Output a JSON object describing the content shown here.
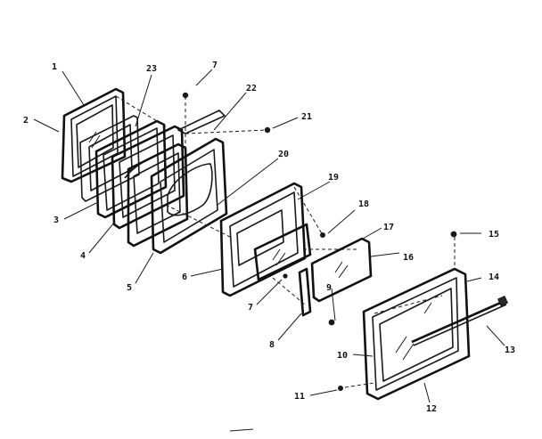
{
  "diagram": {
    "callouts": [
      {
        "id": "1",
        "label": "1"
      },
      {
        "id": "2",
        "label": "2"
      },
      {
        "id": "3",
        "label": "3"
      },
      {
        "id": "4",
        "label": "4"
      },
      {
        "id": "5",
        "label": "5"
      },
      {
        "id": "6",
        "label": "6"
      },
      {
        "id": "7a",
        "label": "7"
      },
      {
        "id": "7b",
        "label": "7"
      },
      {
        "id": "8",
        "label": "8"
      },
      {
        "id": "9",
        "label": "9"
      },
      {
        "id": "10",
        "label": "10"
      },
      {
        "id": "11",
        "label": "11"
      },
      {
        "id": "12",
        "label": "12"
      },
      {
        "id": "13",
        "label": "13"
      },
      {
        "id": "14",
        "label": "14"
      },
      {
        "id": "15",
        "label": "15"
      },
      {
        "id": "16a",
        "label": "16"
      },
      {
        "id": "16b",
        "label": "16"
      },
      {
        "id": "17",
        "label": "17"
      },
      {
        "id": "18",
        "label": "18"
      },
      {
        "id": "19",
        "label": "19"
      },
      {
        "id": "20",
        "label": "20"
      },
      {
        "id": "21",
        "label": "21"
      },
      {
        "id": "22",
        "label": "22"
      },
      {
        "id": "23",
        "label": "23"
      }
    ]
  }
}
